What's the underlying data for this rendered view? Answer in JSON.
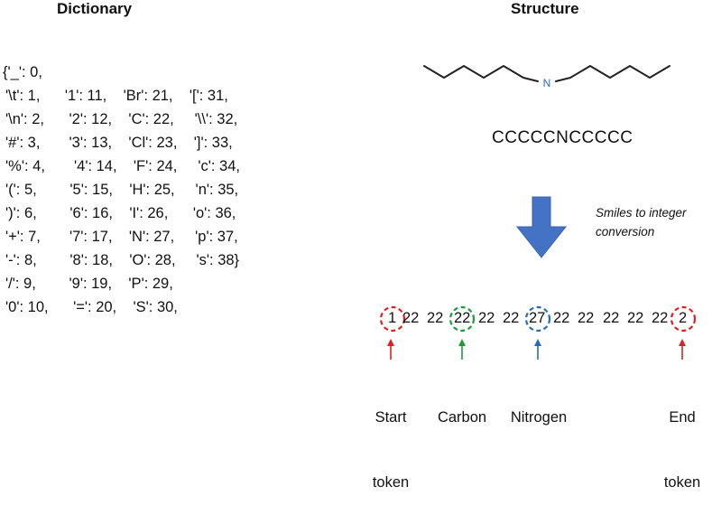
{
  "headers": {
    "dictionary": "Dictionary",
    "structure": "Structure"
  },
  "dictionary_lines": [
    "{'_': 0,",
    "'\\t': 1,      '1': 11,    'Br': 21,    '[': 31,",
    "'\\n': 2,      '2': 12,    'C': 22,     '\\\\': 32,",
    "'#': 3,       '3': 13,    'Cl': 23,    ']': 33,",
    "'%': 4,       '4': 14,    'F': 24,     'c': 34,",
    "'(': 5,        '5': 15,    'H': 25,     'n': 35,",
    "')': 6,        '6': 16,    'I': 26,      'o': 36,",
    "'+': 7,       '7': 17,    'N': 27,     'p': 37,",
    "'-': 8,        '8': 18,    'O': 28,     's': 38}",
    "'/': 9,        '9': 19,    'P': 29,",
    "'0': 10,      '=': 20,    'S': 30,"
  ],
  "molecule": {
    "atom_label": "N",
    "smiles": "CCCCCNCCCCC"
  },
  "conversion": {
    "line1": "Smiles to integer",
    "line2": "conversion"
  },
  "tokens": [
    "1",
    "22",
    "22",
    "22",
    "22",
    "22",
    "27",
    "22",
    "22",
    "22",
    "22",
    "22",
    "2"
  ],
  "callouts": {
    "start": {
      "line1": "Start",
      "line2": "token"
    },
    "carbon": {
      "line1": "Carbon",
      "line2": ""
    },
    "nitrogen": {
      "line1": "Nitrogen",
      "line2": ""
    },
    "end": {
      "line1": "End",
      "line2": "token"
    }
  },
  "colors": {
    "start_end": "#e02020",
    "carbon": "#1f9a3a",
    "nitrogen": "#2a6ab8",
    "arrow": "#4472c4",
    "bond": "#222222"
  }
}
